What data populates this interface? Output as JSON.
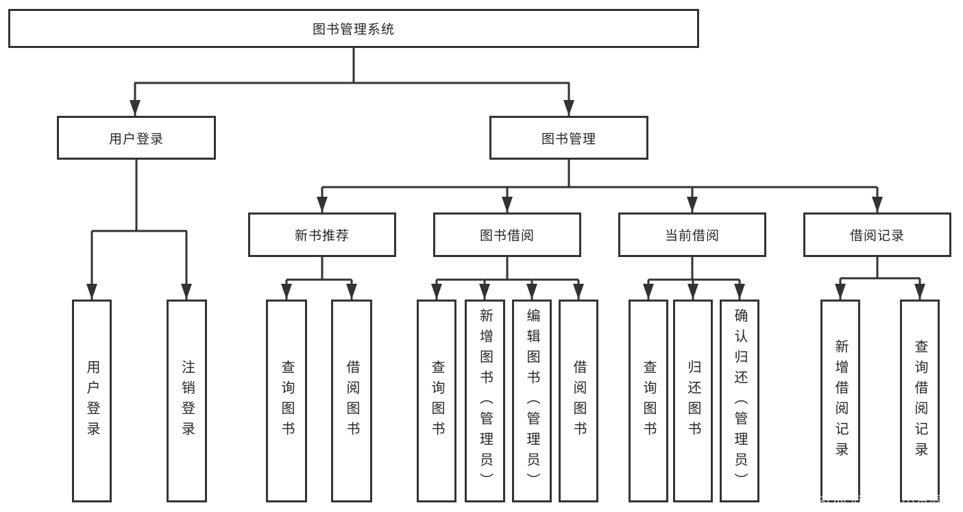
{
  "tree": {
    "root": {
      "label": "图书管理系统"
    },
    "branches": [
      {
        "label": "用户登录",
        "children": [
          {
            "label": "用户登录"
          },
          {
            "label": "注销登录"
          }
        ]
      },
      {
        "label": "图书管理",
        "children": [
          {
            "label": "新书推荐",
            "children": [
              {
                "label": "查询图书"
              },
              {
                "label": "借阅图书"
              }
            ]
          },
          {
            "label": "图书借阅",
            "children": [
              {
                "label": "查询图书"
              },
              {
                "label": "新增图书（管理员）"
              },
              {
                "label": "编辑图书（管理员）"
              },
              {
                "label": "借阅图书"
              }
            ]
          },
          {
            "label": "当前借阅",
            "children": [
              {
                "label": "查询图书"
              },
              {
                "label": "归还图书"
              },
              {
                "label": "确认归还（管理员）"
              }
            ]
          },
          {
            "label": "借阅记录",
            "children": [
              {
                "label": "新增借阅记录"
              },
              {
                "label": "查询借阅记录"
              }
            ]
          }
        ]
      }
    ]
  },
  "watermark": {
    "text": "CSDN @软件_小贺同学"
  },
  "colors": {
    "line": "#333333",
    "text": "#262626",
    "watermark": "#b9b9b9",
    "background": "#ffffff"
  }
}
